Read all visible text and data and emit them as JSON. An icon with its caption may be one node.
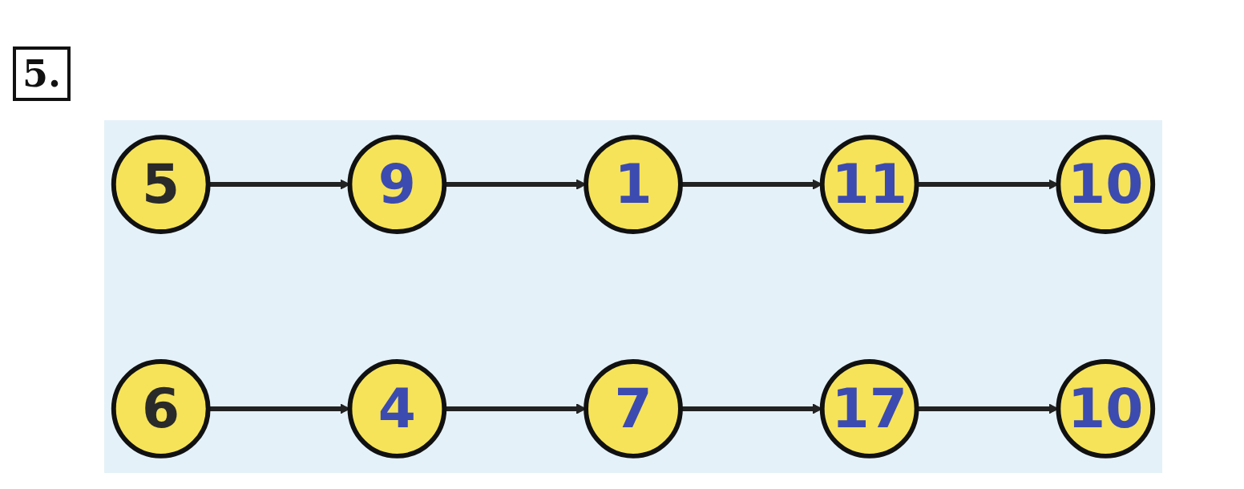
{
  "diagram": {
    "title": "5.",
    "nodes": [
      {
        "text": [
          "5"
        ]
      },
      {
        "text": [
          "9"
        ]
      },
      {
        "text": [
          "1"
        ]
      },
      {
        "text": [
          "11"
        ]
      },
      {
        "text": [
          "10"
        ]
      },
      {
        "text": [
          "6"
        ]
      },
      {
        "text": [
          "4"
        ]
      },
      {
        "text": [
          "7"
        ]
      },
      {
        "text": [
          "17"
        ]
      },
      {
        "text": [
          "10"
        ]
      }
    ],
    "edges": [
      {
        "from": 0,
        "to": 1,
        "arrow": "to"
      },
      {
        "from": 1,
        "to": 2,
        "arrow": "to"
      },
      {
        "from": 2,
        "to": 3,
        "arrow": "to"
      },
      {
        "from": 3,
        "to": 4,
        "arrow": "to"
      },
      {
        "from": 5,
        "to": 6,
        "arrow": "to"
      },
      {
        "from": 6,
        "to": 7,
        "arrow": "to"
      },
      {
        "from": 7,
        "to": 8,
        "arrow": "to"
      },
      {
        "from": 8,
        "to": 9,
        "arrow": "to"
      }
    ]
  }
}
